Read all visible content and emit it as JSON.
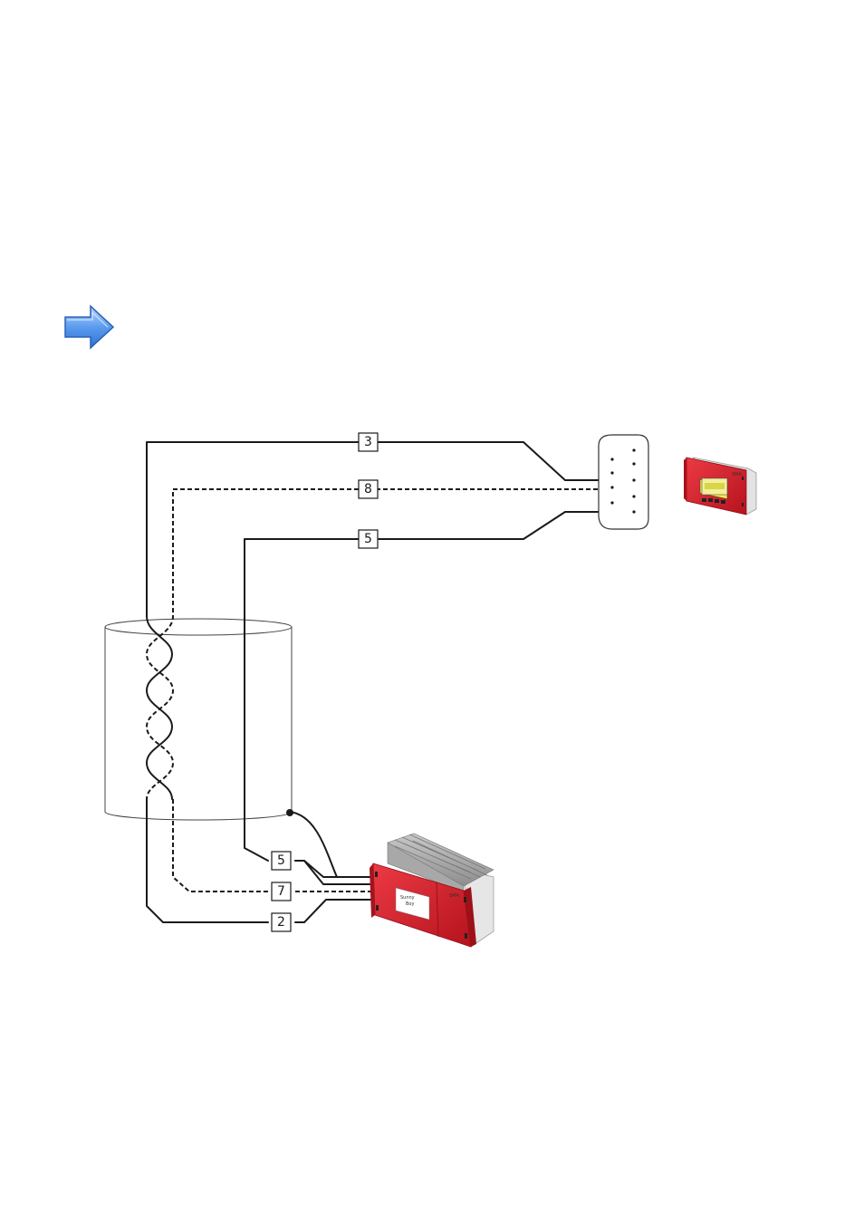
{
  "labels": {
    "top_connector_pins": [
      "3",
      "8",
      "5"
    ],
    "bottom_connector_pins": [
      "5",
      "7",
      "2"
    ]
  },
  "icons": {
    "note_arrow": "right-arrow-icon",
    "display_unit": "display-device-icon",
    "inverter_unit": "inverter-device-icon",
    "sub_d_connector": "sub-d-connector-icon"
  },
  "colors": {
    "device_red": "#d8222c",
    "arrow_blue": "#4d8ee6",
    "wire": "#1a1a1a"
  }
}
